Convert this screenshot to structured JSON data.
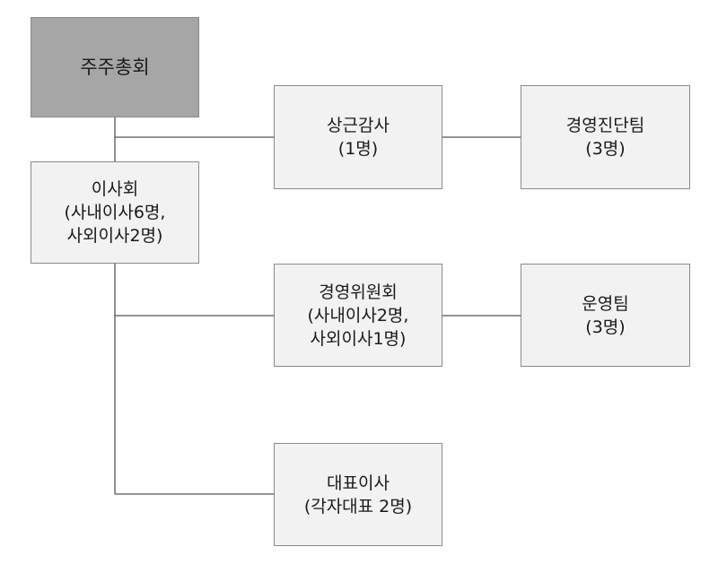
{
  "nodes": {
    "shareholders": {
      "line1": "주주총회"
    },
    "auditor": {
      "line1": "상근감사",
      "line2": "(1명)"
    },
    "diagnosis_team": {
      "line1": "경영진단팀",
      "line2": "(3명)"
    },
    "board": {
      "line1": "이사회",
      "line2": "(사내이사6명,",
      "line3": "사외이사2명)"
    },
    "management_committee": {
      "line1": "경영위원회",
      "line2": "(사내이사2명,",
      "line3": "사외이사1명)"
    },
    "operations_team": {
      "line1": "운영팀",
      "line2": "(3명)"
    },
    "ceo": {
      "line1": "대표이사",
      "line2": "(각자대표 2명)"
    }
  },
  "colors": {
    "top_box_fill": "#a6a6a6",
    "box_fill": "#f2f2f2",
    "box_border": "#8a8a8a",
    "connector": "#555555"
  }
}
